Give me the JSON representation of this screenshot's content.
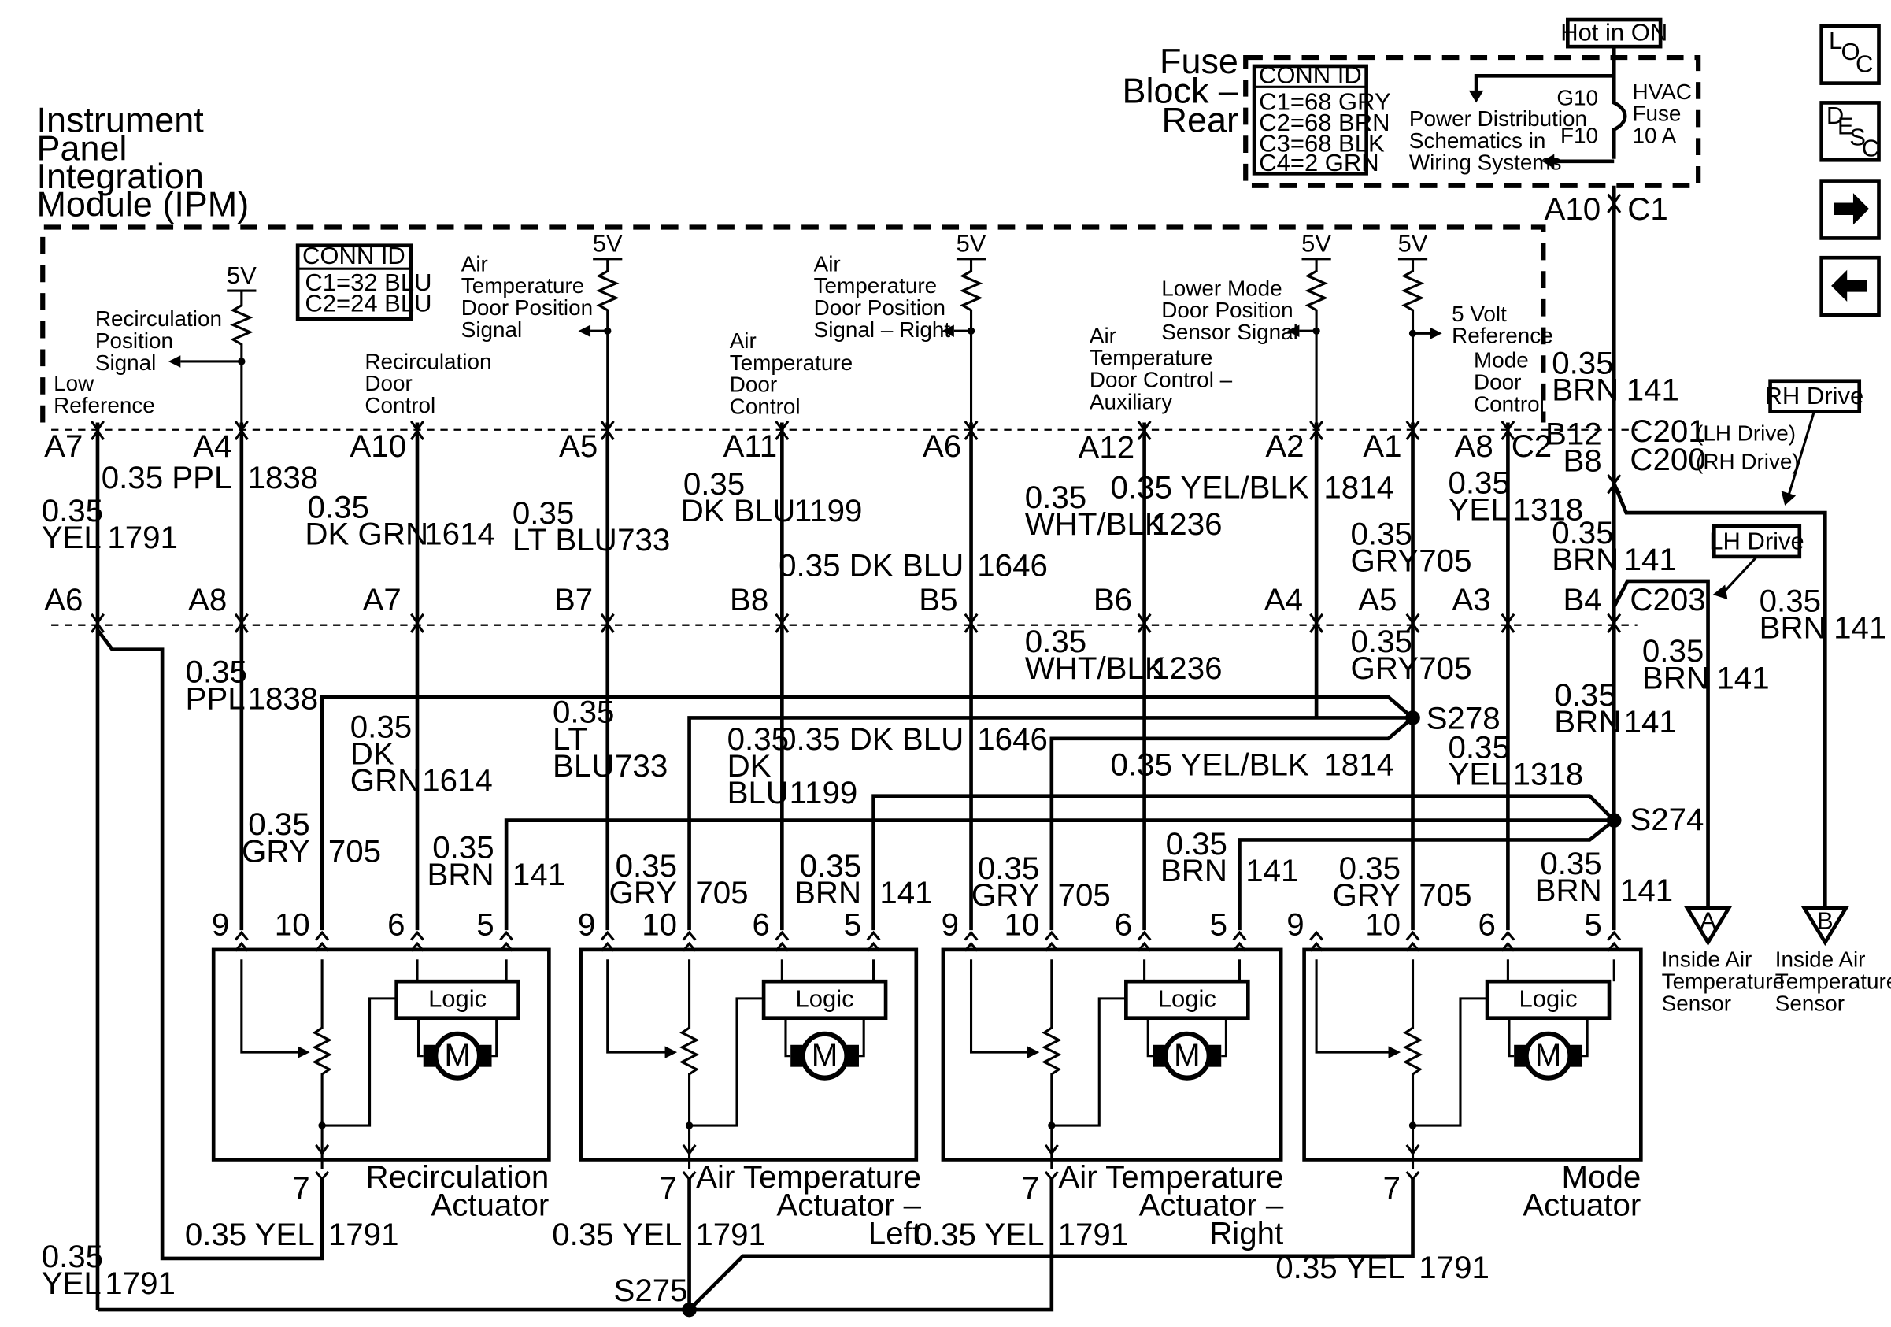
{
  "fuse_block": {
    "title_lines": [
      "Fuse",
      "Block –",
      "Rear"
    ],
    "conn_id_title": "CONN ID",
    "conn_ids": [
      "C1=68 GRY",
      "C2=68 BRN",
      "C3=68 BLK",
      "C4=2 GRN"
    ],
    "hot_label": "Hot in ON",
    "power_note": [
      "Power Distribution",
      "Schematics in",
      "Wiring Systems"
    ],
    "fuse_pins": [
      "G10",
      "F10"
    ],
    "fuse_name": [
      "HVAC",
      "Fuse",
      "10 A"
    ],
    "out_pin": "A10",
    "out_conn": "C1"
  },
  "ipm": {
    "title_lines": [
      "Instrument",
      "Panel",
      "Integration",
      "Module (IPM)"
    ],
    "conn_id_title": "CONN ID",
    "conn_ids": [
      "C1=32 BLU",
      "C2=24 BLU"
    ],
    "ref_voltage": "5V",
    "signals": {
      "recirc_position": [
        "Recirculation",
        "Position",
        "Signal"
      ],
      "low_ref": [
        "Low",
        "Reference"
      ],
      "recirc_door_control": [
        "Recirculation",
        "Door",
        "Control"
      ],
      "air_temp_pos": [
        "Air",
        "Temperature",
        "Door Position",
        "Signal"
      ],
      "air_temp_door_control": [
        "Air",
        "Temperature",
        "Door",
        "Control"
      ],
      "air_temp_pos_right": [
        "Air",
        "Temperature",
        "Door Position",
        "Signal – Right"
      ],
      "air_temp_aux": [
        "Air",
        "Temperature",
        "Door Control –",
        "Auxiliary"
      ],
      "lower_mode": [
        "Lower Mode",
        "Door Position",
        "Sensor Signal"
      ],
      "five_volt_ref": [
        "5 Volt",
        "Reference"
      ],
      "mode_door_control": [
        "Mode",
        "Door",
        "Control"
      ]
    },
    "pins": [
      "A7",
      "A4",
      "A10",
      "A5",
      "A11",
      "A6",
      "A12",
      "A2",
      "A1",
      "A8",
      "C2"
    ]
  },
  "wires_upper": {
    "w1791": [
      "0.35",
      "YEL",
      "1791"
    ],
    "w1838": [
      "0.35 PPL",
      "1838"
    ],
    "w1614": [
      "0.35",
      "DK GRN",
      "1614"
    ],
    "w733": [
      "0.35",
      "LT BLU",
      "733"
    ],
    "w1199": [
      "0.35",
      "DK BLU",
      "1199"
    ],
    "w1646": [
      "0.35 DK BLU",
      "1646"
    ],
    "w1236": [
      "0.35",
      "WHT/BLK",
      "1236"
    ],
    "w1814": [
      "0.35 YEL/BLK",
      "1814"
    ],
    "w705": [
      "0.35",
      "GRY",
      "705"
    ],
    "w1318": [
      "0.35",
      "YEL",
      "1318"
    ],
    "w141": [
      "0.35",
      "BRN",
      "141"
    ]
  },
  "c201": {
    "pins": [
      "B12",
      "B8"
    ],
    "name_lh": "C201",
    "lh_note": "(LH Drive)",
    "name_rh": "C200",
    "rh_note": "(RH Drive)",
    "upper_brn": [
      "0.35",
      "BRN",
      "141"
    ]
  },
  "c203": {
    "name": "C203",
    "pins": [
      "A6",
      "A8",
      "A7",
      "B7",
      "B8",
      "B5",
      "B6",
      "A4",
      "A5",
      "A3",
      "B4"
    ]
  },
  "drive_labels": {
    "rh": "RH Drive",
    "lh": "LH Drive"
  },
  "wires_lower": {
    "w1838": [
      "0.35",
      "PPL",
      "1838"
    ],
    "w1614": [
      "0.35",
      "DK",
      "GRN",
      "1614"
    ],
    "w733": [
      "0.35",
      "LT",
      "BLU",
      "733"
    ],
    "w1199": [
      "0.35",
      "DK",
      "BLU",
      "1199"
    ],
    "w1646": [
      "0.35 DK BLU",
      "1646"
    ],
    "w1236": [
      "0.35",
      "WHT/BLK",
      "1236"
    ],
    "w1814": [
      "0.35 YEL/BLK",
      "1814"
    ],
    "w705": [
      "0.35",
      "GRY",
      "705"
    ],
    "w1318": [
      "0.35",
      "YEL",
      "1318"
    ],
    "w141_a": [
      "0.35",
      "BRN",
      "141"
    ],
    "w141_b": [
      "0.35",
      "BRN",
      "141"
    ],
    "w141_c": [
      "0.35",
      "BRN",
      "141"
    ]
  },
  "splices": {
    "s278": "S278",
    "s274": "S274",
    "s275": "S275"
  },
  "branch_wires": {
    "gry705": [
      "0.35",
      "GRY",
      "705"
    ],
    "brn141": [
      "0.35",
      "BRN",
      "141"
    ]
  },
  "actuators": [
    {
      "name_lines": [
        "Recirculation",
        "Actuator"
      ],
      "pins": [
        "9",
        "10",
        "6",
        "5"
      ],
      "ground_pin": "7",
      "logic": "Logic",
      "motor": "M",
      "ground_wire": [
        "0.35 YEL",
        "1791"
      ]
    },
    {
      "name_lines": [
        "Air Temperature",
        "Actuator –",
        "Left"
      ],
      "pins": [
        "9",
        "10",
        "6",
        "5"
      ],
      "ground_pin": "7",
      "logic": "Logic",
      "motor": "M",
      "ground_wire": [
        "0.35 YEL",
        "1791"
      ]
    },
    {
      "name_lines": [
        "Air Temperature",
        "Actuator –",
        "Right"
      ],
      "pins": [
        "9",
        "10",
        "6",
        "5"
      ],
      "ground_pin": "7",
      "logic": "Logic",
      "motor": "M",
      "ground_wire": [
        "0.35 YEL",
        "1791"
      ]
    },
    {
      "name_lines": [
        "Mode",
        "Actuator"
      ],
      "pins": [
        "9",
        "10",
        "6",
        "5"
      ],
      "ground_pin": "7",
      "logic": "Logic",
      "motor": "M",
      "ground_wire": [
        "0.35 YEL",
        "1791"
      ]
    }
  ],
  "ground_main": [
    "0.35",
    "YEL",
    "1791"
  ],
  "sensors": [
    {
      "letter": "A",
      "lines": [
        "Inside Air",
        "Temperature",
        "Sensor"
      ]
    },
    {
      "letter": "B",
      "lines": [
        "Inside Air",
        "Temperature",
        "Sensor"
      ]
    }
  ],
  "nav": {
    "loc": [
      "L",
      "O",
      "C"
    ],
    "desc": [
      "D",
      "E",
      "S",
      "C"
    ],
    "next_icon": "arrow-right-icon",
    "prev_icon": "arrow-left-icon"
  }
}
